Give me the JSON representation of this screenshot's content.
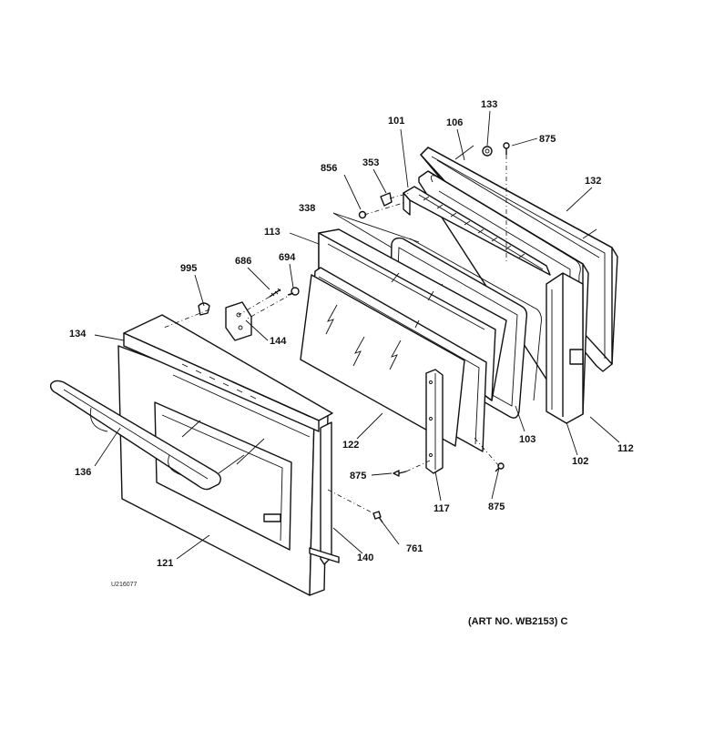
{
  "callouts": [
    {
      "id": "133",
      "text": "133"
    },
    {
      "id": "101",
      "text": "101"
    },
    {
      "id": "106",
      "text": "106"
    },
    {
      "id": "875a",
      "text": "875"
    },
    {
      "id": "856",
      "text": "856"
    },
    {
      "id": "353",
      "text": "353"
    },
    {
      "id": "132",
      "text": "132"
    },
    {
      "id": "338",
      "text": "338"
    },
    {
      "id": "113",
      "text": "113"
    },
    {
      "id": "995",
      "text": "995"
    },
    {
      "id": "686",
      "text": "686"
    },
    {
      "id": "694",
      "text": "694"
    },
    {
      "id": "134",
      "text": "134"
    },
    {
      "id": "144",
      "text": "144"
    },
    {
      "id": "103",
      "text": "103"
    },
    {
      "id": "112",
      "text": "112"
    },
    {
      "id": "102",
      "text": "102"
    },
    {
      "id": "122",
      "text": "122"
    },
    {
      "id": "136",
      "text": "136"
    },
    {
      "id": "875b",
      "text": "875"
    },
    {
      "id": "875c",
      "text": "875"
    },
    {
      "id": "117",
      "text": "117"
    },
    {
      "id": "761",
      "text": "761"
    },
    {
      "id": "140",
      "text": "140"
    },
    {
      "id": "121",
      "text": "121"
    }
  ],
  "drawing_code": "U216077",
  "art_number": "(ART NO. WB2153) C"
}
